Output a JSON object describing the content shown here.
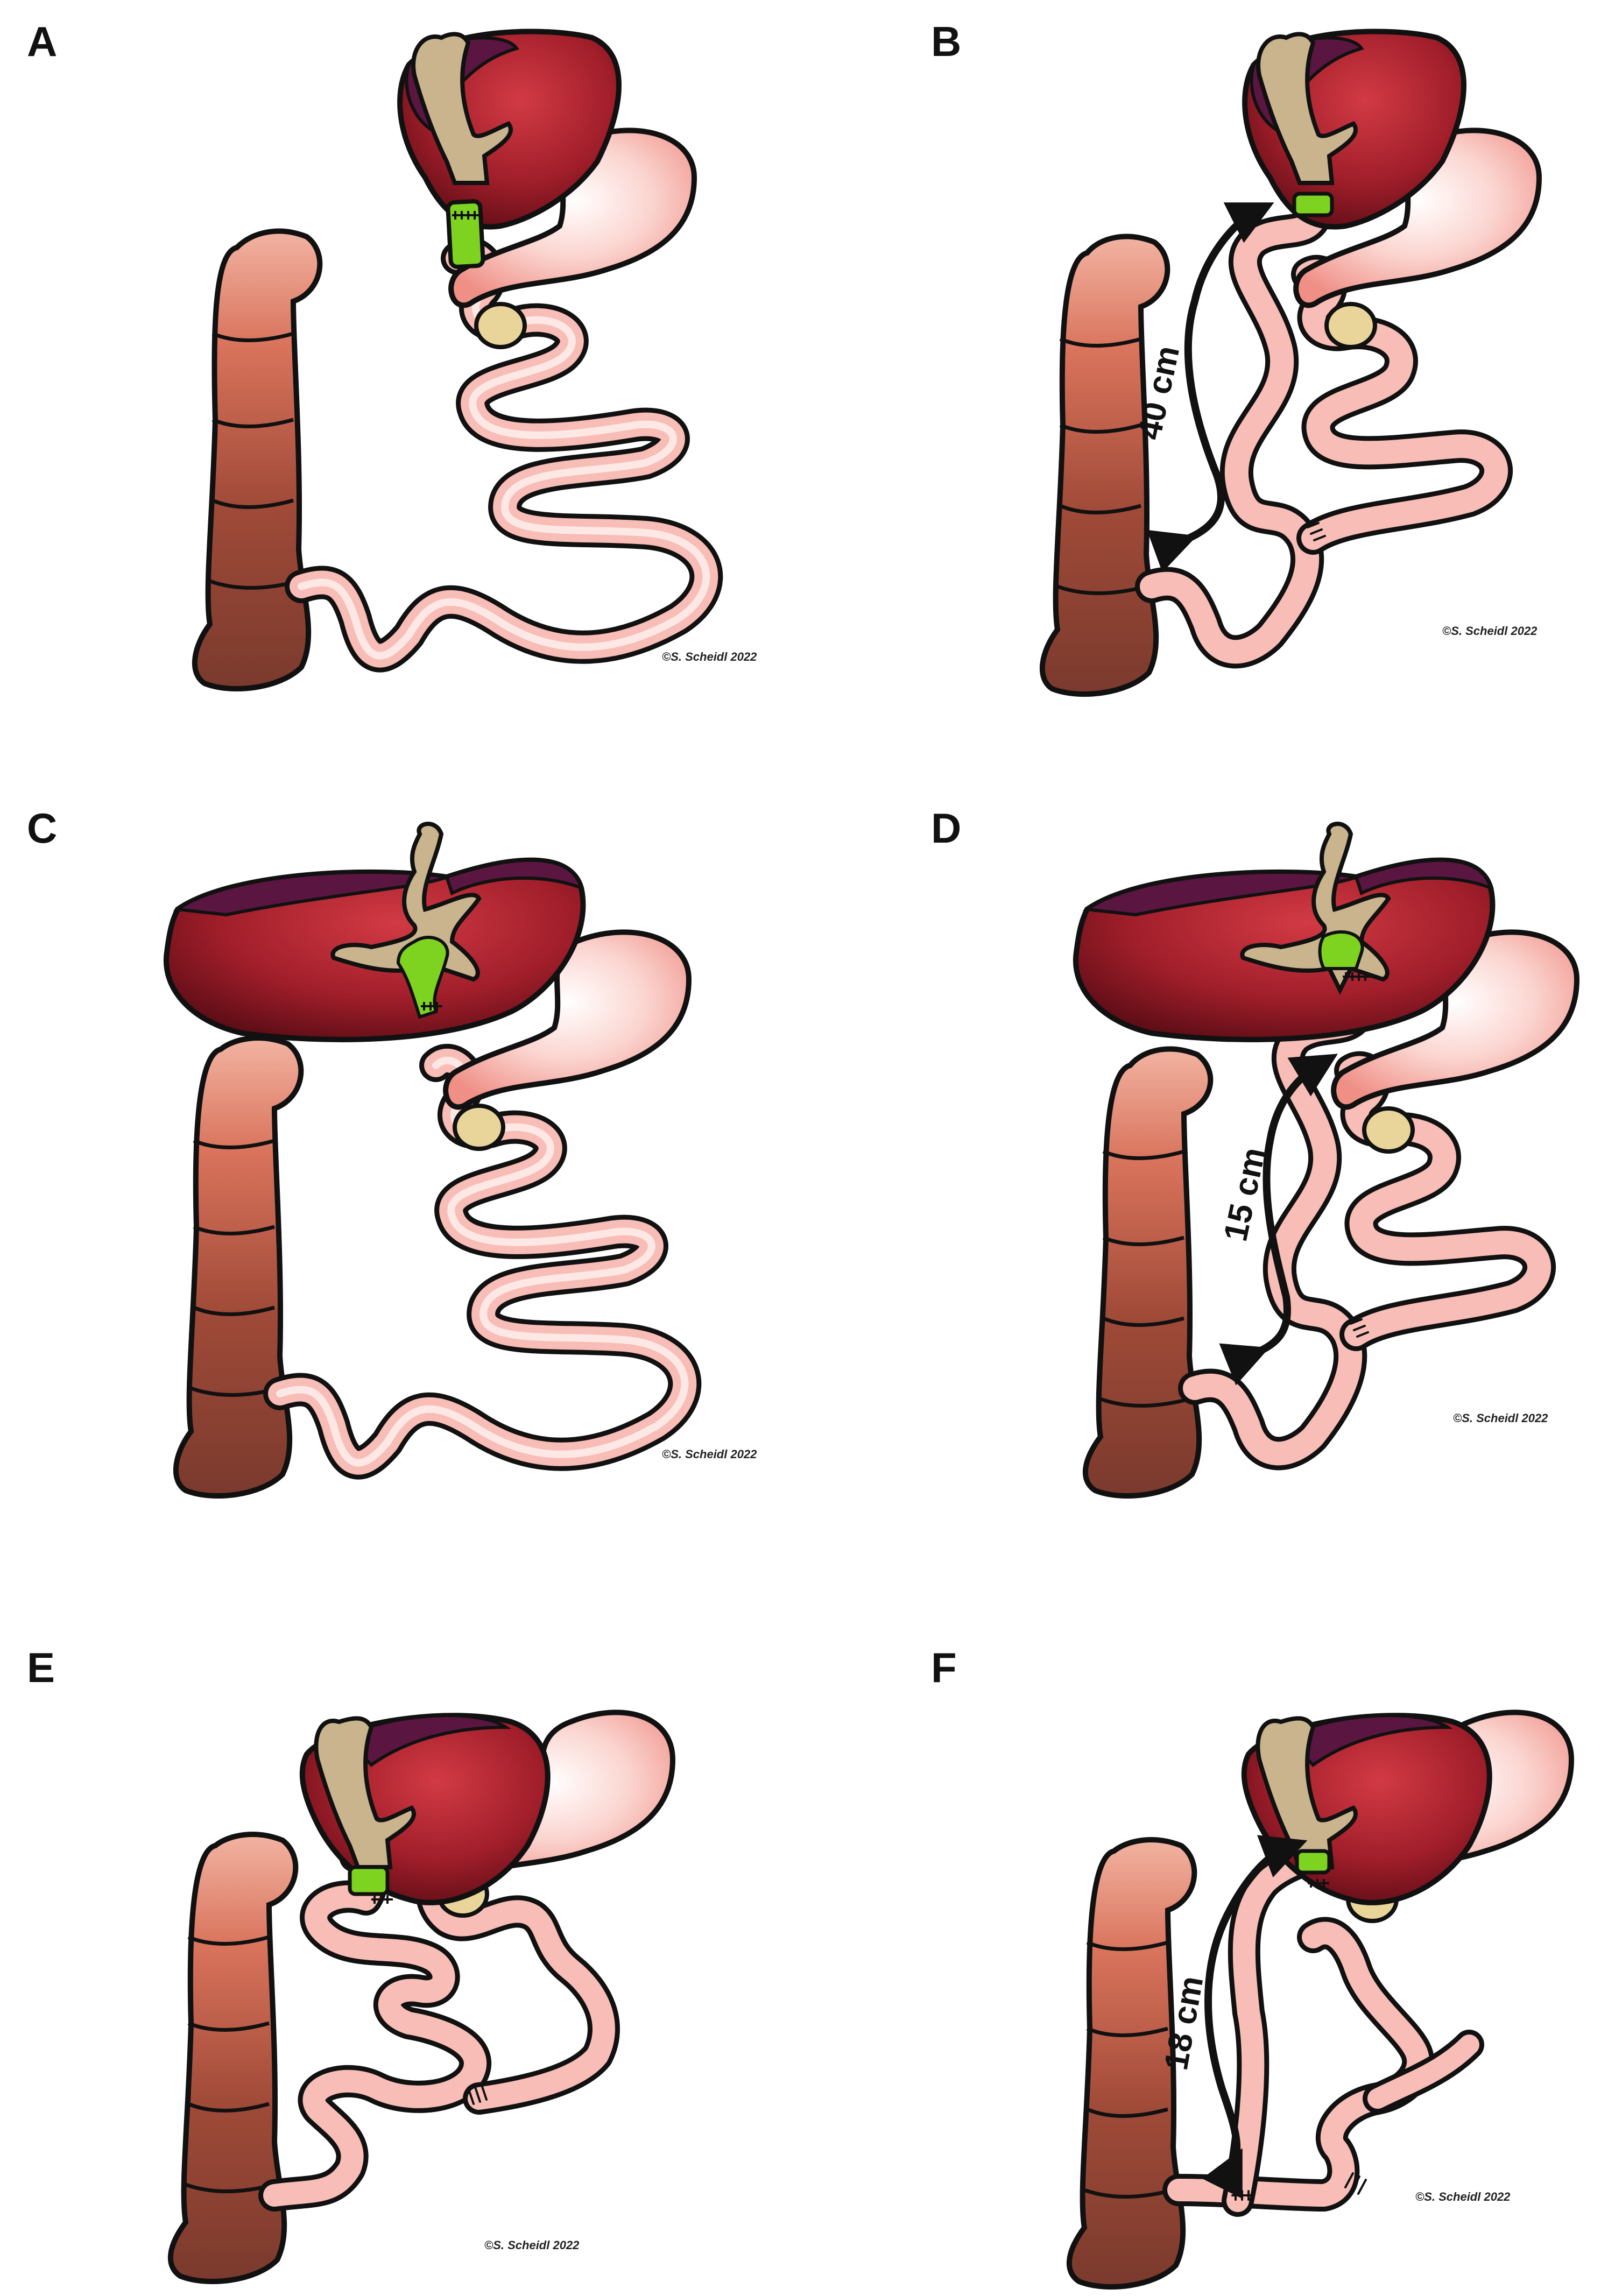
{
  "panels": [
    {
      "id": "A",
      "letter": "A",
      "copyright": "©S. Scheidl 2022"
    },
    {
      "id": "B",
      "letter": "B",
      "copyright": "©S. Scheidl 2022",
      "distance_label": "40 cm"
    },
    {
      "id": "C",
      "letter": "C",
      "copyright": "©S. Scheidl 2022"
    },
    {
      "id": "D",
      "letter": "D",
      "copyright": "©S. Scheidl 2022",
      "distance_label": "15 cm"
    },
    {
      "id": "E",
      "letter": "E",
      "copyright": "©S. Scheidl 2022"
    },
    {
      "id": "F",
      "letter": "F",
      "copyright": "©S. Scheidl 2022",
      "distance_label": "18 cm"
    }
  ],
  "colors": {
    "liver": "#a81f2c",
    "liver_dark": "#6b0f18",
    "liver_back": "#5a1640",
    "stomach": "#f7c2bd",
    "stomach_highlight": "#fde7e4",
    "bowel": "#f9c8c3",
    "bile_duct": "#c9b48e",
    "gallbladder_green": "#7ed321",
    "colon": "#8a4030",
    "colon_light": "#e7876f",
    "outline": "#111111"
  }
}
